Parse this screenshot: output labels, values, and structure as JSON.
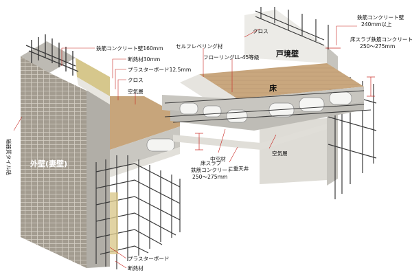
{
  "labels": {
    "rc_wall": "鉄筋コンクリート壁160mm",
    "insulation30": "断熱材30mm",
    "plasterboard125": "プラスターボード12.5mm",
    "cloth_left": "クロス",
    "air_left": "空気層",
    "tile": "磁器質タイル貼",
    "exterior_wall": "外壁(妻壁)",
    "cloth_top": "クロス",
    "self_leveling": "セルフレベリング材",
    "flooring": "フローリングLL-45等級",
    "party_wall": "戸境壁",
    "floor": "床",
    "rc_party_wall_1": "鉄筋コンクリート壁",
    "rc_party_wall_2": "240mm以上",
    "slab_right_1": "床スラブ鉄筋コンクリート",
    "slab_right_2": "250〜275mm",
    "slab_center_1": "床スラブ",
    "slab_center_2": "鉄筋コンクリート",
    "slab_center_3": "250〜275mm",
    "hollow": "中空材",
    "double_ceiling": "二重天井",
    "air_right": "空気層",
    "plasterboard": "プラスターボード",
    "insulation": "断熱材"
  },
  "colors": {
    "concrete": "#c8c6c0",
    "tile": "#a29b8f",
    "wood": "#c7a57c",
    "insulation": "#d9c98c",
    "rebar": "#3a3a3a",
    "leader": "#c8231e"
  }
}
